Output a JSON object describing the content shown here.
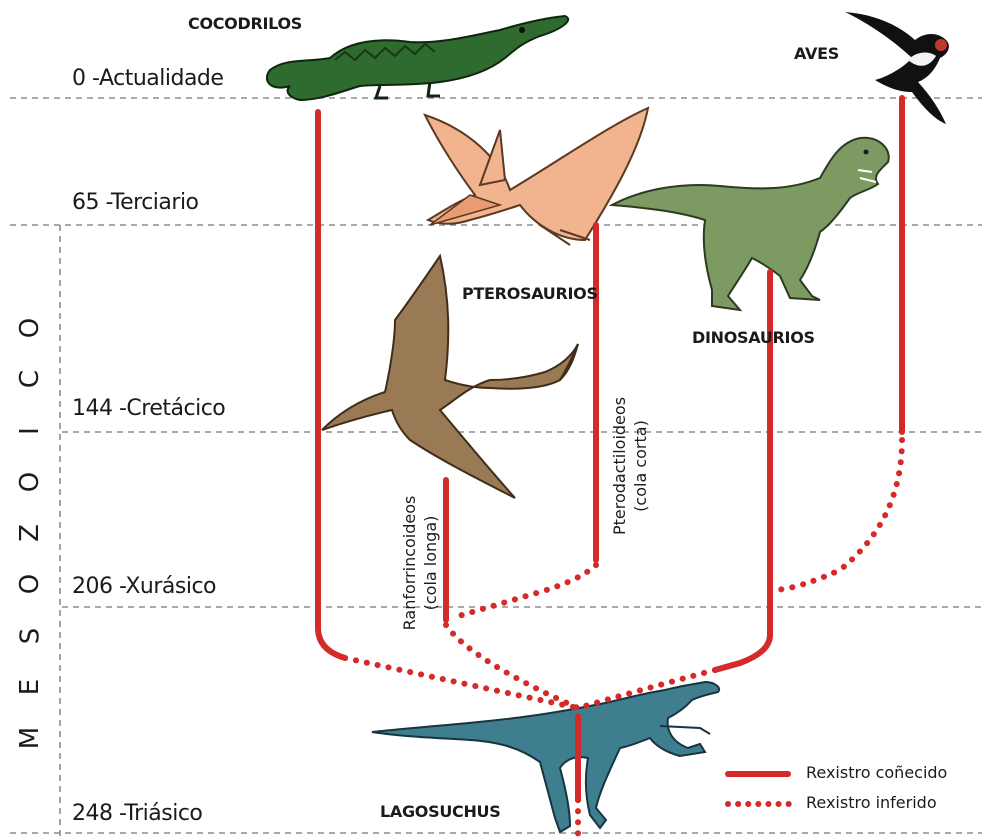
{
  "era": "MESOZOICO",
  "time_labels": {
    "actualidade": "0 -Actualidade",
    "terciario": "65 -Terciario",
    "cretacico": "144 -Cretácico",
    "xurasico": "206 -Xurásico",
    "triasico": "248 -Triásico"
  },
  "groups": {
    "cocodrilos": "COCODRILOS",
    "aves": "AVES",
    "pterosaurios": "PTEROSAURIOS",
    "dinosaurios": "DINOSAURIOS",
    "lagosuchus": "LAGOSUCHUS"
  },
  "subgroups": {
    "ranforrincoideos_1": "Ranforrincoideos",
    "ranforrincoideos_2": "(cola longa)",
    "pterodactiloideos_1": "Pterodactiloideos",
    "pterodactiloideos_2": "(cola corta)"
  },
  "legend": {
    "known": "Rexistro coñecido",
    "inferred": "Rexistro inferido"
  },
  "colors": {
    "lineage": "#d42a2a",
    "crocodile": "#2f6b2e",
    "pterosaur": "#f2b48e",
    "rhamphorhynchus": "#9a7a55",
    "dinosaur": "#7d9a62",
    "lagosuchus": "#3f7e8f",
    "bird": "#111111"
  }
}
